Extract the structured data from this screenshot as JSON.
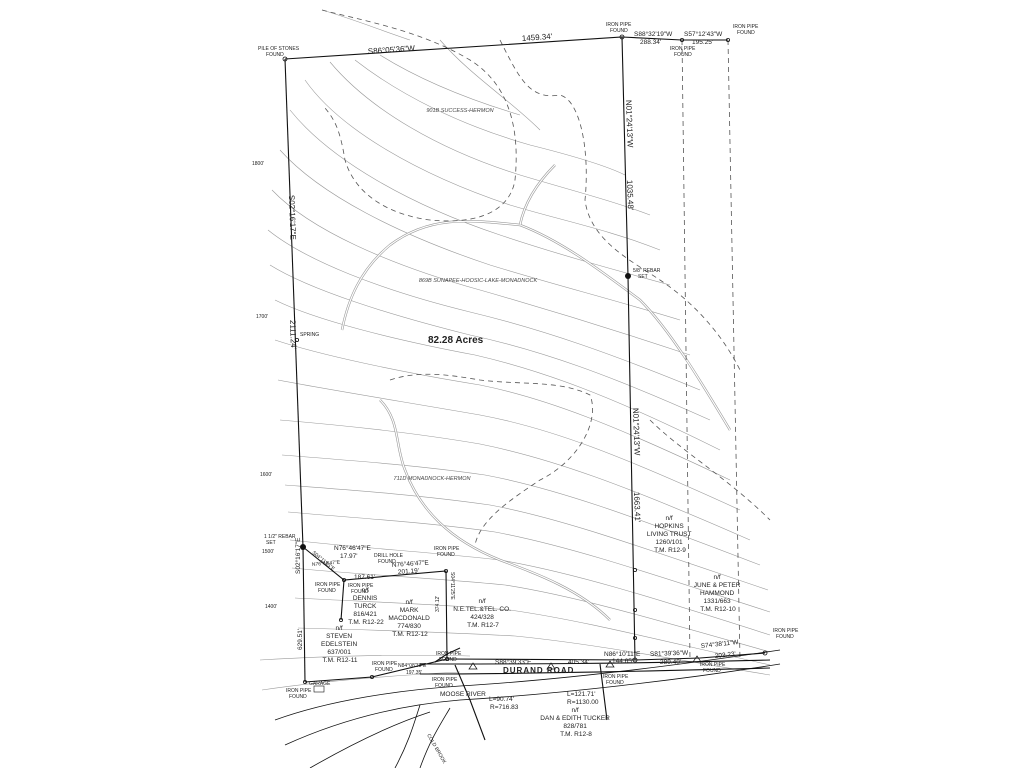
{
  "survey": {
    "acreage": "82.28 Acres",
    "road": "DURAND ROAD",
    "river": "MOOSE RIVER",
    "brook": "COLD BROOK",
    "soils": [
      "901B SUCCESS-HERMON",
      "869B SUNAPEE-HOOSIC-LAKE-MONADNOCK",
      "711D MONADNOCK-HERMON"
    ],
    "elevations": [
      "1800'",
      "1700'",
      "1600'",
      "1500'",
      "1400'"
    ],
    "bearings": {
      "north": "S86°05'36\"W",
      "north_dist": "1459.34'",
      "west": "S02°16'17\"E",
      "west_dist": "2111.24'",
      "east_upper": "N01°24'13\"W",
      "east_upper_dist": "1035.48'",
      "east_lower": "N01°24'13\"W",
      "east_lower_dist": "1663.41'",
      "top_right_1": "S88°32'19\"W",
      "top_right_1_dist": "288.34'",
      "top_right_2": "S57°12'43\"W",
      "top_right_2_dist": "195.25'",
      "south_road": "S88°39'33\"E",
      "south_road_dist": "405.34'",
      "south_seg": "N86°10'11\"E",
      "south_seg_dist": "144.65'",
      "south_east": "S81°39'36\"W",
      "south_east_dist": "289.40'",
      "far_east": "S74°38'11\"W",
      "far_east_dist": "202.23'",
      "lot_line_1": "N76°46'47\"E",
      "lot_line_1_dist": "17.97'",
      "lot_line_2": "N76°46'47\"E",
      "lot_line_2_dist": "201.19'",
      "lot_line_3": "S04°11'25\"E",
      "lot_line_3_dist": "187.61'",
      "lot_line_4": "N76°46'47\"E",
      "lot_west_1": "S02°16'17\"E",
      "lot_west_2": "629.51'",
      "lot_west_road": "N84°08'38\"E",
      "lot_west_road_dist": "197.35'",
      "dist_374": "374.12'"
    },
    "monuments": {
      "pile": "PILE OF STONES FOUND",
      "iron_pipe_found": "IRON PIPE FOUND",
      "rebar_set_east": "5/8\" REBAR SET",
      "rebar_set_west": "1 1/2\" REBAR SET",
      "drill_hole": "DRILL HOLE FOUND",
      "spring": "SPRING",
      "garage": "GARAGE"
    },
    "owners": [
      {
        "l1": "n/f",
        "l2": "HOPKINS",
        "l3": "LIVING TRUST",
        "l4": "1260/101",
        "l5": "T.M. R12-9"
      },
      {
        "l1": "n/f",
        "l2": "JUNE & PETER",
        "l3": "HAMMOND",
        "l4": "1331/663",
        "l5": "T.M. R12-10"
      },
      {
        "l1": "n/f",
        "l2": "N.E.TEL.&TEL. CO.",
        "l3": "424/328",
        "l4": "T.M. R12-7"
      },
      {
        "l1": "n/f",
        "l2": "MARK",
        "l3": "MACDONALD",
        "l4": "774/830",
        "l5": "T.M. R12-12"
      },
      {
        "l1": "n/f",
        "l2": "DENNIS",
        "l3": "TURCK",
        "l4": "816/421",
        "l5": "T.M. R12-22"
      },
      {
        "l1": "n/f",
        "l2": "STEVEN",
        "l3": "EDELSTEIN",
        "l4": "637/001",
        "l5": "T.M. R12-11"
      },
      {
        "l1": "n/f",
        "l2": "DAN & EDITH TUCKER",
        "l3": "828/781",
        "l4": "T.M. R12-8"
      }
    ],
    "curves": {
      "c1_l": "L=90.74'",
      "c1_r": "R=716.83",
      "c2_l": "L=121.71'",
      "c2_r": "R=1130.00"
    }
  }
}
